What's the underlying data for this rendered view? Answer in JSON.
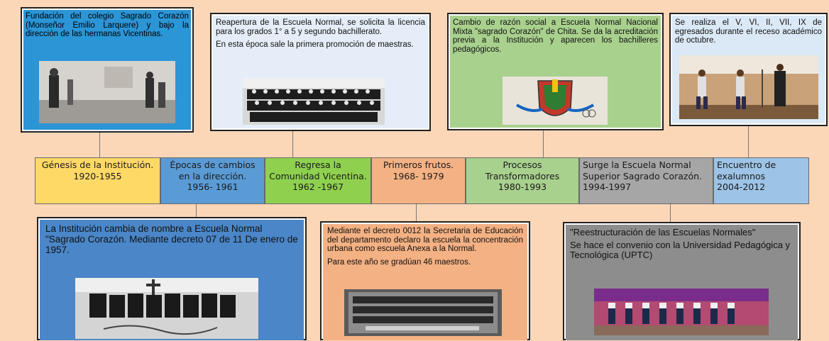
{
  "colors": {
    "background": "#fbd7b8",
    "segment_yellow": "#ffd966",
    "segment_blue": "#5b9bd5",
    "segment_green": "#8fd14f",
    "segment_orange": "#f4b183",
    "segment_lightgreen": "#a9d18e",
    "segment_gray": "#a6a6a6",
    "segment_lightblue": "#9dc3e6"
  },
  "timeline": [
    {
      "label": "Génesis de la Institución.",
      "years": "1920-1955"
    },
    {
      "label": "Épocas de cambios en la dirección.",
      "years": "1956- 1961"
    },
    {
      "label": "Regresa la Comunidad Vicentina.",
      "years": "1962 -1967"
    },
    {
      "label": "Primeros frutos.",
      "years": "1968- 1979"
    },
    {
      "label": "Procesos Transformadores",
      "years": "1980-1993"
    },
    {
      "label": "Surge la Escuela Normal Superior Sagrado Corazón.",
      "years": "1994-1997"
    },
    {
      "label": "Encuentro de exalumnos",
      "years": "2004-2012"
    }
  ],
  "cards": {
    "top1": {
      "text": "Fundación del colegio Sagrado Corazón (Monseñor Emilio Larquere) y bajo la dirección de las hermanas Vicentinas."
    },
    "top2": {
      "p1": "Reapertura de la Escuela Normal, se solicita la licencia para los grados 1° a 5 y segundo bachillerato.",
      "p2": "En esta época sale la primera promoción de maestras."
    },
    "top3": {
      "text": "Cambio de razón social a Escuela Normal Nacional Mixta \"sagrado Corazón\" de Chita. Se da la acreditación previa a la Institución y aparecen los bachilleres pedagógicos."
    },
    "top4": {
      "text": "Se realiza el V, VI, II, VII, IX de egresados durante el receso académico de octubre."
    },
    "bottom1": {
      "text": "La Institución cambia de nombre a Escuela Normal \"Sagrado Corazón. Mediante decreto 07 de 11 De enero de 1957."
    },
    "bottom2": {
      "p1": "Mediante el decreto 0012 la Secretaria de Educación del departamento declaro la escuela la concentración urbana como escuela Anexa a la Normal.",
      "p2": "Para este año se gradúan 46 maestros."
    },
    "bottom3": {
      "p1": "\"Reestructuración de las Escuelas Normales\"",
      "p2": "Se hace el convenio con la Universidad Pedagógica y Tecnológica (UPTC)"
    }
  }
}
